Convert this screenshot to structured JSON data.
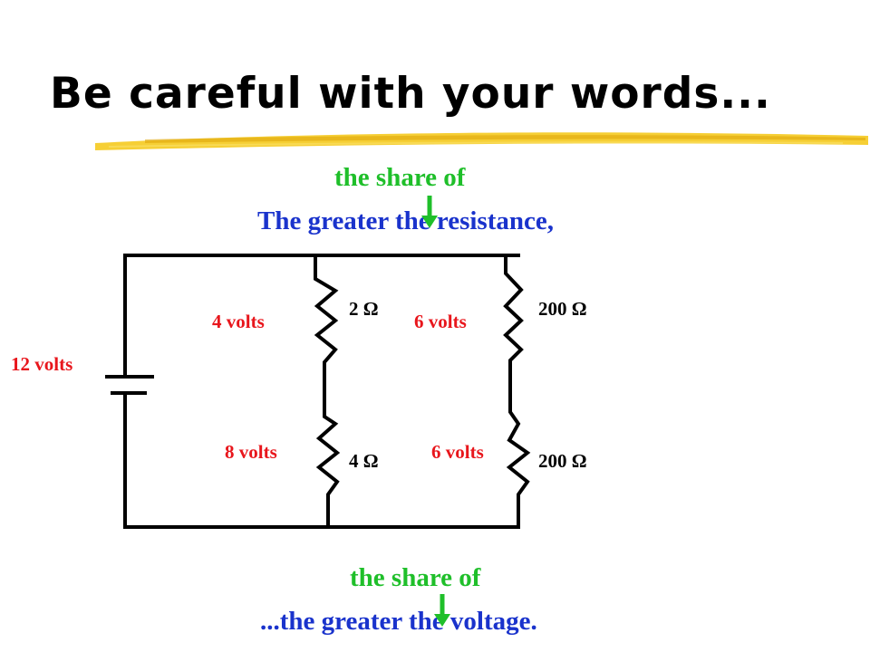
{
  "title": "Be careful with your words...",
  "top_caption": {
    "green": "the share of",
    "blue": "The greater the resistance,"
  },
  "bottom_caption": {
    "green": "the share of",
    "blue": "...the greater the voltage."
  },
  "battery_label": "12 volts",
  "resistors": [
    {
      "label": "2 Ω",
      "voltage": "4 volts"
    },
    {
      "label": "4 Ω",
      "voltage": "8 volts"
    },
    {
      "label": "200 Ω",
      "voltage": "6 volts"
    },
    {
      "label": "200 Ω",
      "voltage": "6 volts"
    }
  ],
  "colors": {
    "green": "#1fbf2a",
    "blue": "#1a33cc",
    "red": "#e8161c",
    "underline": "#f2c21a"
  }
}
